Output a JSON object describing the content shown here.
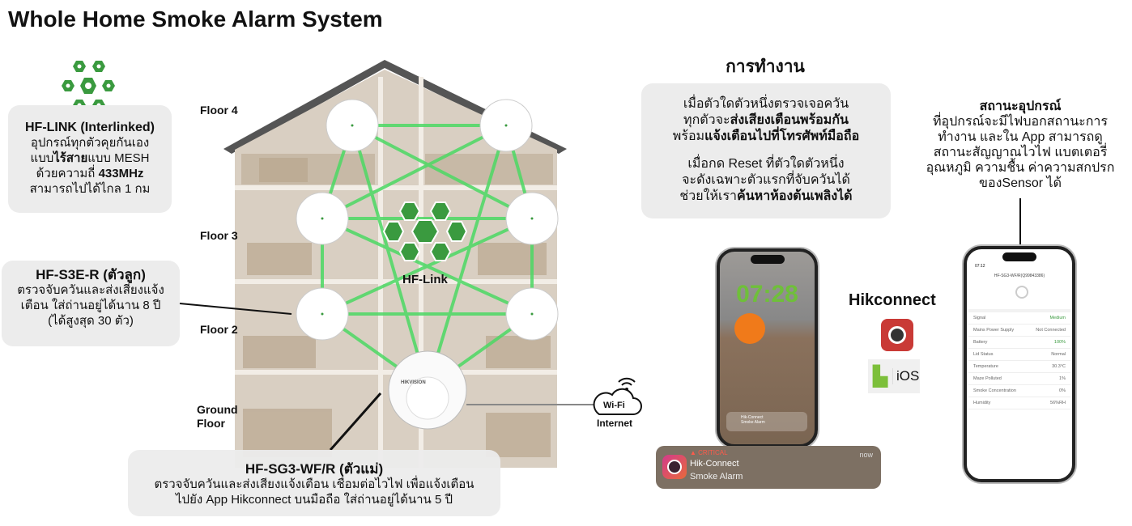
{
  "title": "Whole Home Smoke Alarm System",
  "hflink_box": {
    "title": "HF-LINK (Interlinked)",
    "line1": "อุปกรณ์ทุกตัวคุยกันเอง",
    "line2_pre": "แบบ",
    "line2_bold": "ไร้สาย",
    "line2_post": "แบบ MESH",
    "line3_pre": "ด้วยความถี่ ",
    "line3_bold": "433MHz",
    "line4": "สามารถไปได้ไกล 1 กม"
  },
  "s3e_box": {
    "title": "HF-S3E-R (ตัวลูก)",
    "line1": "ตรวจจับควันและส่งเสียงแจ้ง",
    "line2": "เตือน ใส่ถ่านอยู่ได้นาน 8 ปี",
    "line3": "(ได้สูงสุด 30 ตัว)"
  },
  "sg3_box": {
    "title": "HF-SG3-WF/R (ตัวแม่)",
    "line1": "ตรวจจับควันและส่งเสียงแจ้งเตือน เชื่อมต่อไวไฟ เพื่อแจ้งเตือน",
    "line2": "ไปยัง App Hikconnect บนมือถือ ใส่ถ่านอยู่ได้นาน 5 ปี"
  },
  "floors": [
    "Floor 4",
    "Floor 3",
    "Floor 2",
    "Ground",
    "Floor"
  ],
  "hub_label": "HF-Link",
  "wifi": {
    "cloud": "Wi-Fi",
    "label": "Internet"
  },
  "device_brand": "HIKVISION",
  "operation": {
    "title": "การทำงาน",
    "p1_l1": "เมื่อตัวใดตัวหนึ่งตรวจเจอควัน",
    "p1_l2_pre": "ทุกตัวจะ",
    "p1_l2_bold": "ส่งเสียงเตือนพร้อมกัน",
    "p1_l3_pre": "พร้อม",
    "p1_l3_bold": "แจ้งเตือนไปที่โทรศัพท์มือถือ",
    "p2_l1": "เมื่อกด Reset ที่ตัวใดตัวหนึ่ง",
    "p2_l2": "จะดังเฉพาะตัวแรกที่จับควันได้",
    "p2_l3_pre": "ช่วยให้เรา",
    "p2_l3_bold": "ค้นหาห้องต้นเพลิงได้"
  },
  "status": {
    "title": "สถานะอุปกรณ์",
    "l1": "ที่อุปกรณ์จะมีไฟบอกสถานะการ",
    "l2": "ทำงาน และใน App สามารถดู",
    "l3": "สถานะสัญญาณไวไฟ แบตเตอรี่",
    "l4": "อุณหภูมิ ความชื้น ค่าความสกปรก",
    "l5": "ของSensor ได้"
  },
  "app": {
    "name": "Hikconnect",
    "ios": "iOS"
  },
  "lockscreen": {
    "time": "07:28",
    "mini_app": "Hik-Connect",
    "mini_msg": "Smoke Alarm"
  },
  "notification": {
    "level": "▲ CRITICAL",
    "app": "Hik-Connect",
    "message": "Smoke Alarm",
    "time": "now"
  },
  "device_app": {
    "clock": "07:12",
    "device": "HF-SG3-WF/R(Q99843386)",
    "rows": [
      [
        "Signal",
        "Medium"
      ],
      [
        "Mains Power Supply",
        "Not Connected"
      ],
      [
        "Battery",
        "100%"
      ],
      [
        "Lid Status",
        "Normal"
      ],
      [
        "Temperature",
        "30.3°C"
      ],
      [
        "Maze Polluted",
        "1%"
      ],
      [
        "Smoke Concentration",
        "0%"
      ],
      [
        "Humidity",
        "56%RH"
      ]
    ]
  },
  "colors": {
    "green": "#3a9a3f",
    "link": "#4cd964",
    "alert": "#e23b3b"
  }
}
